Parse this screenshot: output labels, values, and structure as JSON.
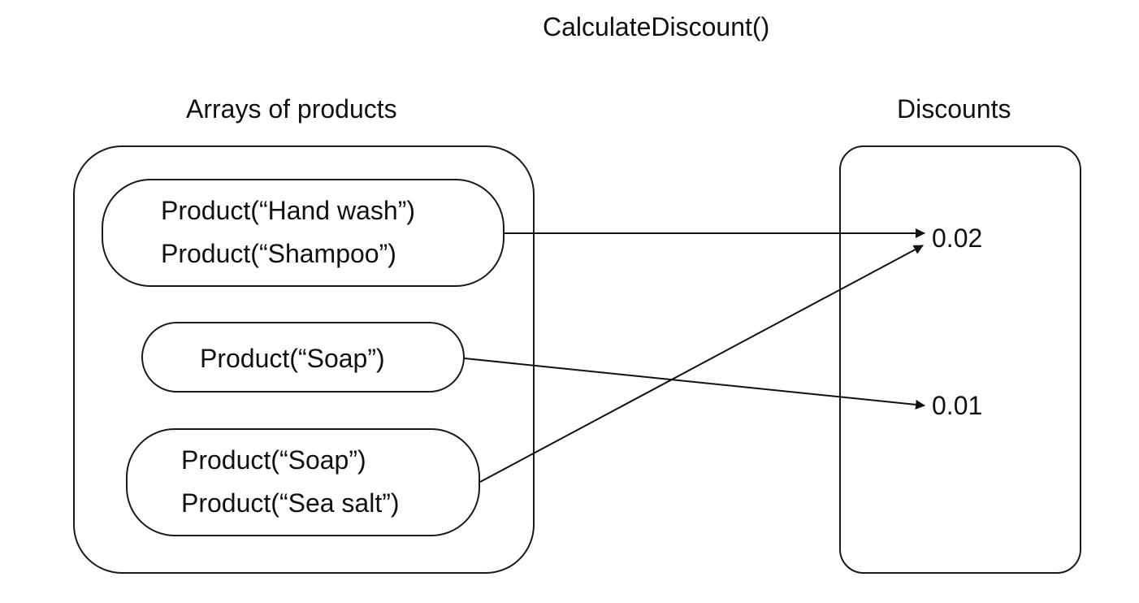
{
  "title": "CalculateDiscount()",
  "left_heading": "Arrays of products",
  "right_heading": "Discounts",
  "product_groups": [
    {
      "items": [
        "Product(“Hand wash”)",
        "Product(“Shampoo”)"
      ]
    },
    {
      "items": [
        "Product(“Soap”)"
      ]
    },
    {
      "items": [
        "Product(“Soap”)",
        "Product(“Sea salt”)"
      ]
    }
  ],
  "discounts": [
    "0.02",
    "0.01"
  ],
  "mappings": [
    {
      "from_group": 1,
      "to_discount": "0.02"
    },
    {
      "from_group": 2,
      "to_discount": "0.01"
    },
    {
      "from_group": 3,
      "to_discount": "0.02"
    }
  ]
}
